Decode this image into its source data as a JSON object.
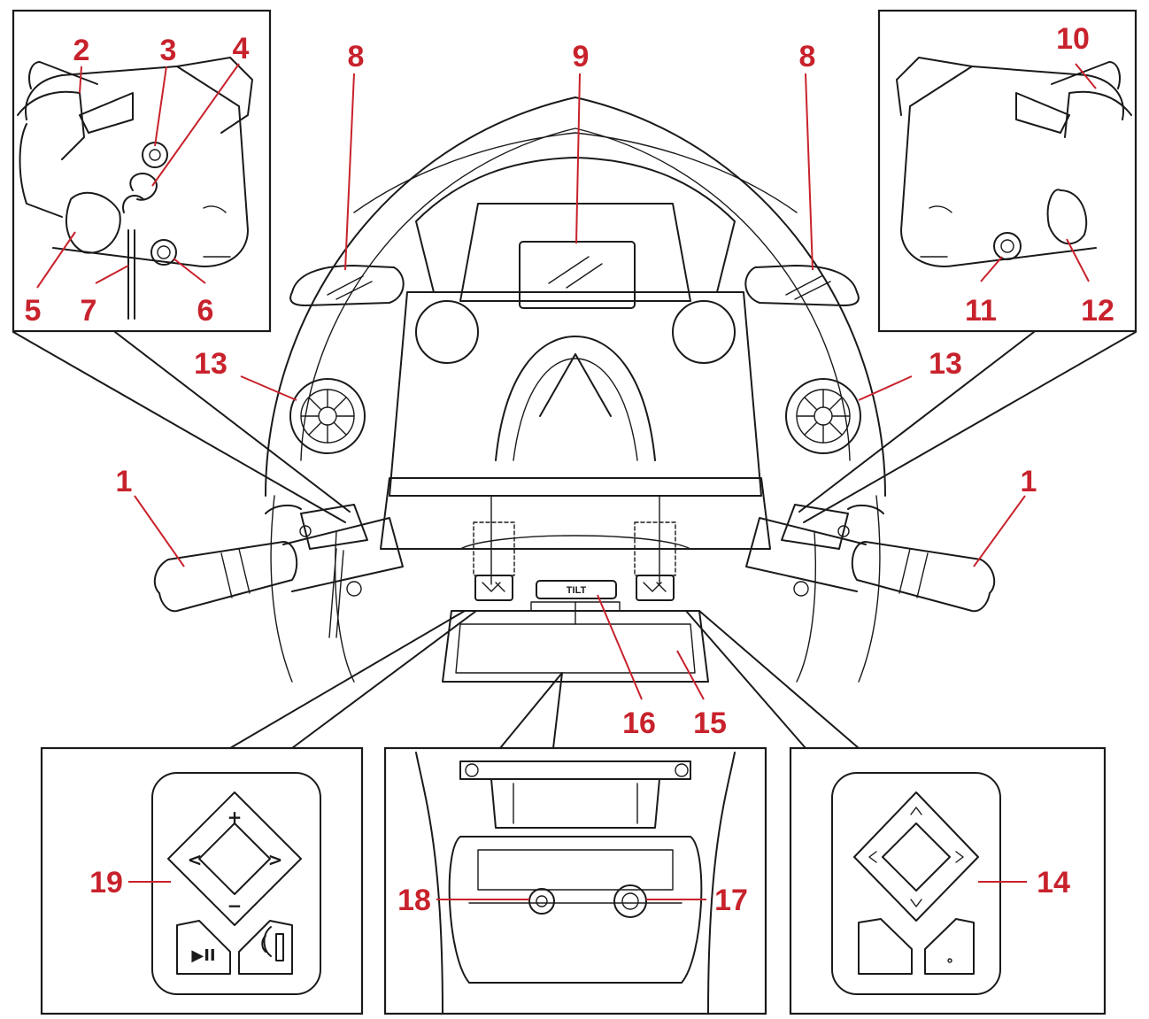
{
  "callouts": {
    "c1_left": "1",
    "c1_right": "1",
    "c2": "2",
    "c3": "3",
    "c4": "4",
    "c5": "5",
    "c6": "6",
    "c7": "7",
    "c8_left": "8",
    "c8_right": "8",
    "c9": "9",
    "c10": "10",
    "c11": "11",
    "c12": "12",
    "c13_left": "13",
    "c13_right": "13",
    "c14": "14",
    "c15": "15",
    "c16": "16",
    "c17": "17",
    "c18": "18",
    "c19": "19"
  },
  "labels": {
    "tilt": "TILT"
  },
  "icons": {
    "plus": "+",
    "minus": "−",
    "left": "<",
    "right": ">",
    "play_pause": "▶II",
    "up_chevron": "^",
    "down_chevron": "v"
  },
  "colors": {
    "callout": "#c8222c",
    "linework": "#1a1a1a",
    "background": "#ffffff"
  }
}
